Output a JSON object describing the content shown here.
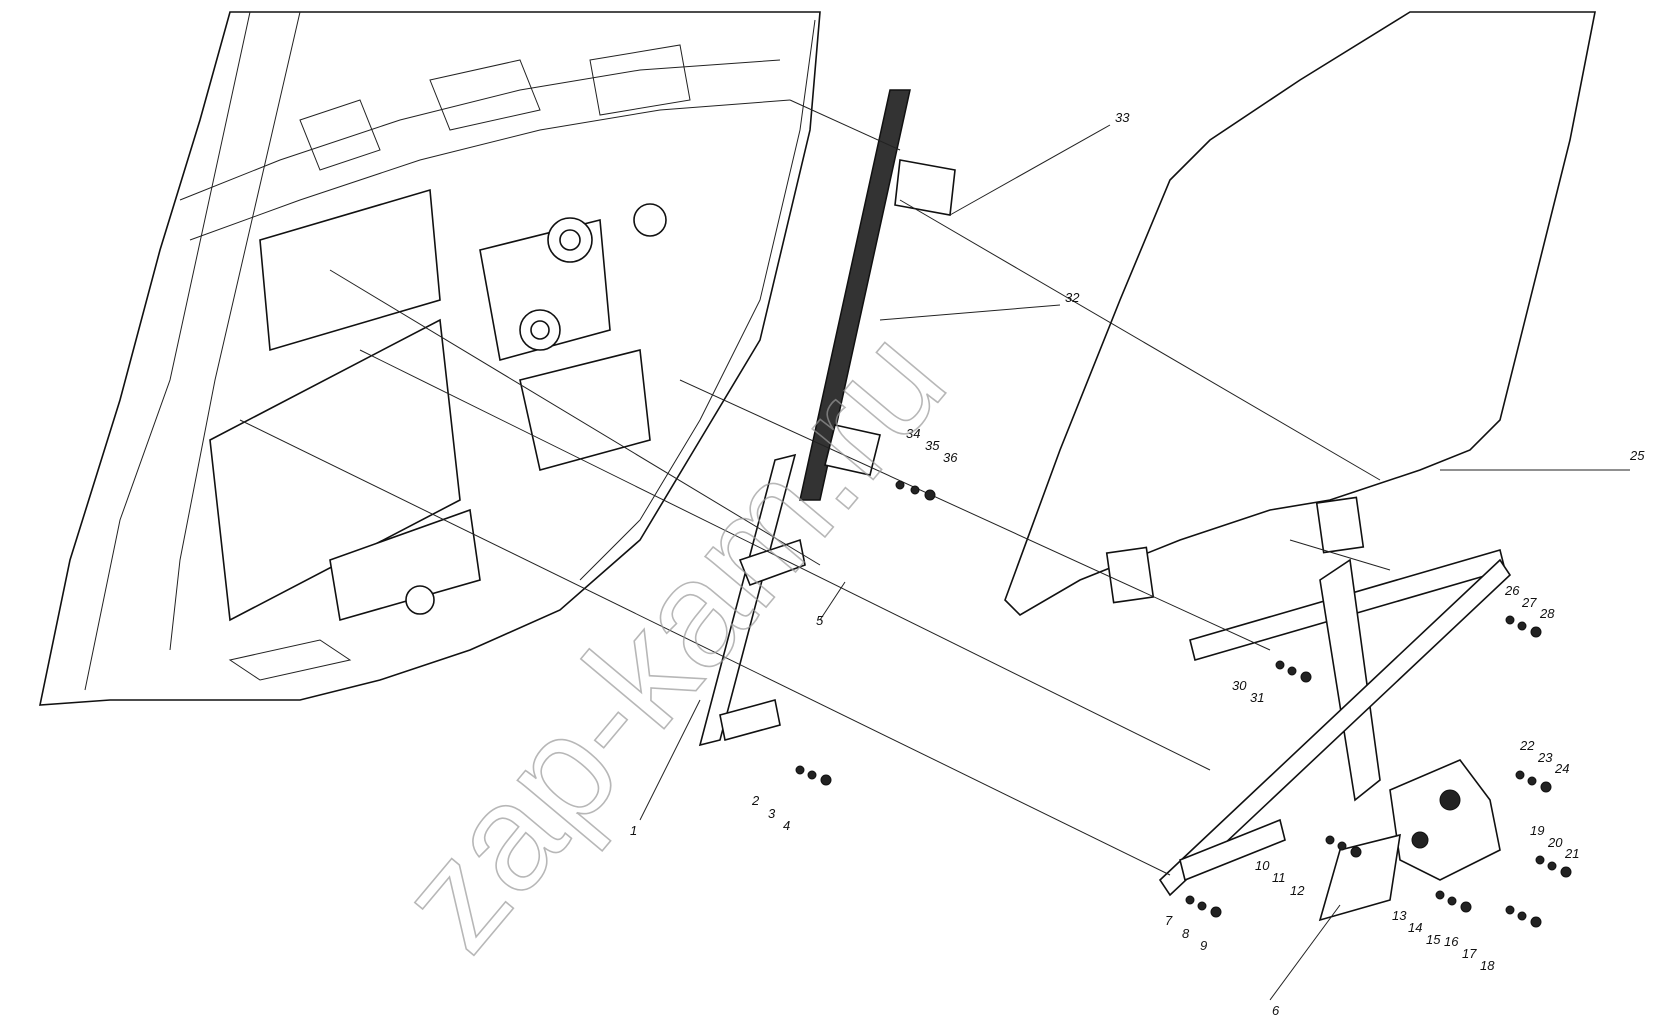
{
  "watermark": "zap-kam.ru",
  "callouts": [
    "1",
    "2",
    "3",
    "4",
    "5",
    "6",
    "7",
    "8",
    "9",
    "10",
    "11",
    "12",
    "13",
    "14",
    "15",
    "16",
    "17",
    "18",
    "19",
    "20",
    "21",
    "22",
    "23",
    "24",
    "25",
    "26",
    "27",
    "28",
    "30",
    "31",
    "32",
    "33",
    "34",
    "35",
    "36"
  ]
}
